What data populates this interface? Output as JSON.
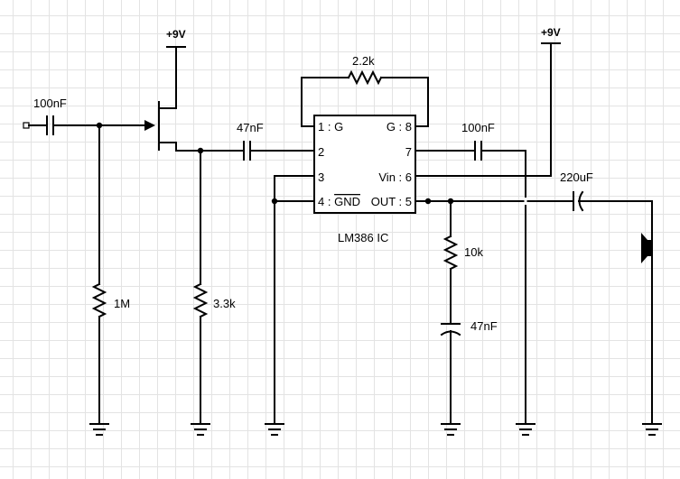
{
  "power_labels": {
    "left": "+9V",
    "right": "+9V"
  },
  "components": {
    "c_in": "100nF",
    "r_gate": "1M",
    "r_source": "3.3k",
    "c_couple": "47nF",
    "r_feedback": "2.2k",
    "c_bypass": "100nF",
    "c_out": "220uF",
    "r_zobel": "10k",
    "c_zobel": "47nF"
  },
  "ic": {
    "name": "LM386 IC",
    "pins": {
      "p1": "1 : G",
      "p2": "2",
      "p3": "3",
      "p4_num": "4 : ",
      "p4_name": "GND",
      "p8": "G : 8",
      "p7": "7",
      "p6": "Vin : 6",
      "p5": "OUT : 5"
    }
  }
}
